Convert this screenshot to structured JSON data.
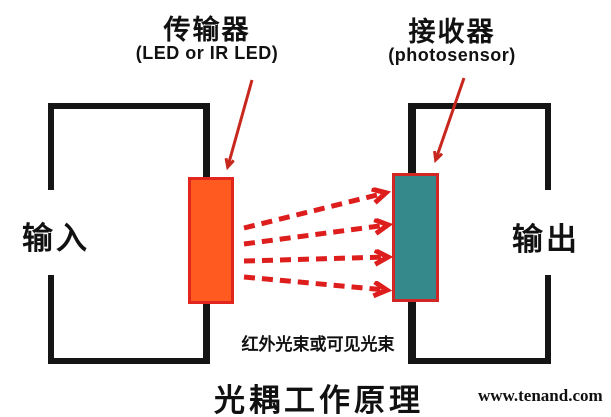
{
  "labels": {
    "transmitter": "传输器",
    "transmitter_sub": "(LED or IR LED)",
    "receiver": "接收器",
    "receiver_sub": "(photosensor)",
    "input": "输入",
    "output": "输出",
    "beam_caption": "红外光束或可见光束",
    "title": "光耦工作原理",
    "watermark": "www.tenand.com"
  },
  "beams": {
    "count": 4,
    "style": "red-dashed-arrows"
  },
  "colors": {
    "led_fill": "#ff5a1f",
    "led_border": "#e3261d",
    "sensor_fill": "#35898b",
    "sensor_border": "#d22624",
    "beam_red": "#de1d1d",
    "pointer_red": "#c8271e",
    "wire_black": "#151515"
  }
}
